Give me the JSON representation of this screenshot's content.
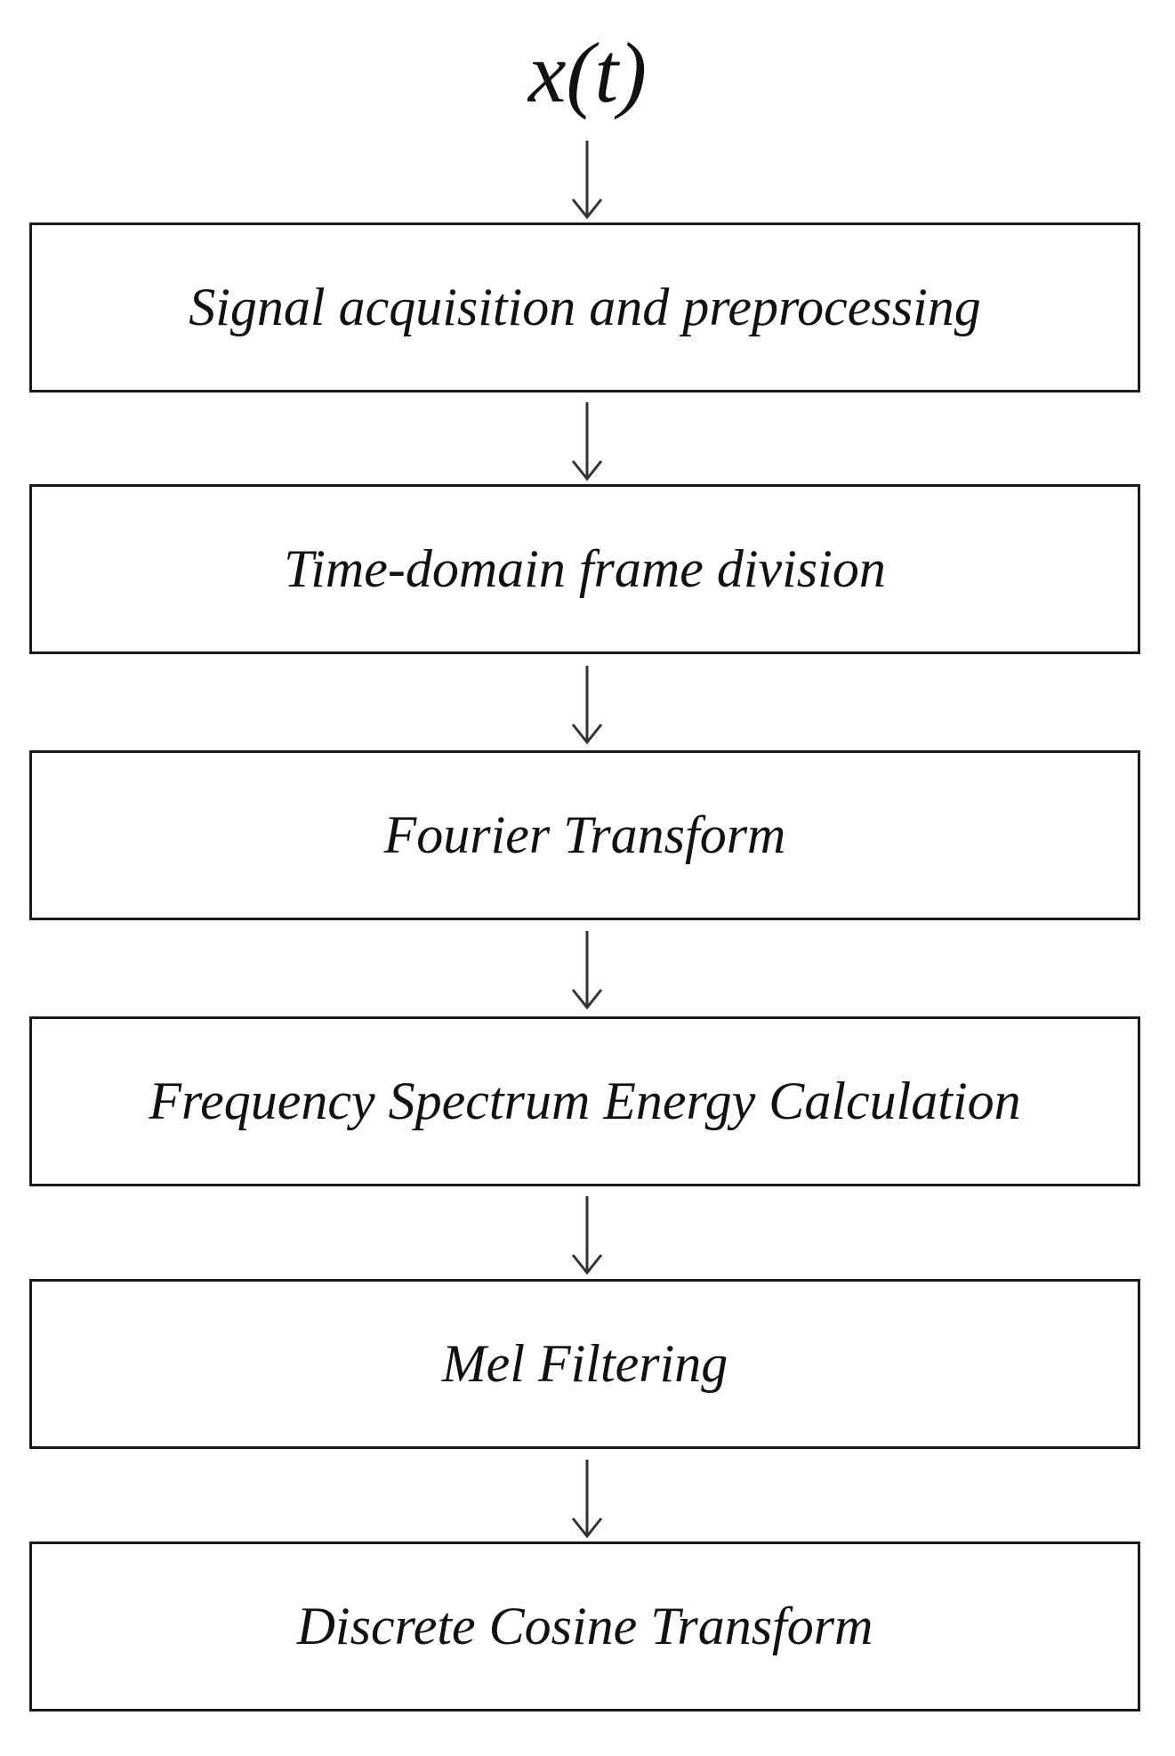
{
  "diagram": {
    "input_signal": "x(t)",
    "steps": [
      {
        "label": "Signal acquisition and preprocessing"
      },
      {
        "label": "Time-domain frame division"
      },
      {
        "label": "Fourier Transform"
      },
      {
        "label": "Frequency Spectrum Energy Calculation"
      },
      {
        "label": "Mel Filtering"
      },
      {
        "label": "Discrete Cosine Transform"
      }
    ],
    "colors": {
      "box_border": "#1a1a1a",
      "arrow": "#333333",
      "text": "#111111",
      "background": "#ffffff"
    }
  }
}
